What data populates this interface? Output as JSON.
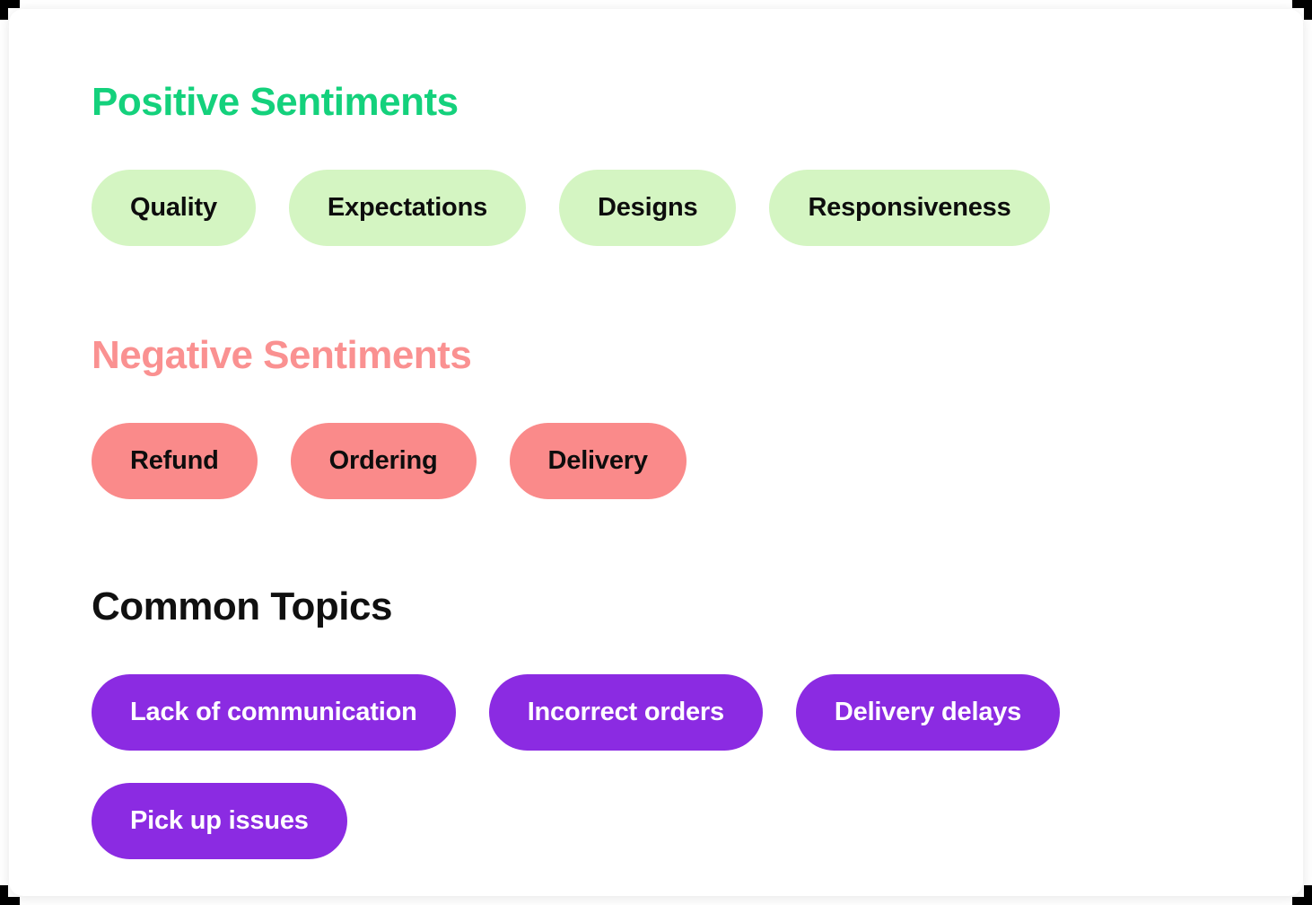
{
  "sections": [
    {
      "id": "positive-sentiments",
      "title": "Positive Sentiments",
      "title_color": "#14d17c",
      "pill_bg": "#d4f5c2",
      "pill_text_color": "#0d0d0d",
      "pills": [
        "Quality",
        "Expectations",
        "Designs",
        "Responsiveness"
      ]
    },
    {
      "id": "negative-sentiments",
      "title": "Negative Sentiments",
      "title_color": "#fa9191",
      "pill_bg": "#fa8a8a",
      "pill_text_color": "#0d0d0d",
      "pills": [
        "Refund",
        "Ordering",
        "Delivery"
      ]
    },
    {
      "id": "common-topics",
      "title": "Common Topics",
      "title_color": "#101010",
      "pill_bg": "#8b2be2",
      "pill_text_color": "#ffffff",
      "pills": [
        "Lack of communication",
        "Incorrect orders",
        "Delivery delays",
        "Pick up issues"
      ]
    }
  ],
  "decorations": {
    "crop_mark_color": "#000000",
    "crop_marks": [
      "top-left",
      "top-right",
      "bottom-left",
      "bottom-right"
    ]
  },
  "card": {
    "background": "#ffffff"
  }
}
